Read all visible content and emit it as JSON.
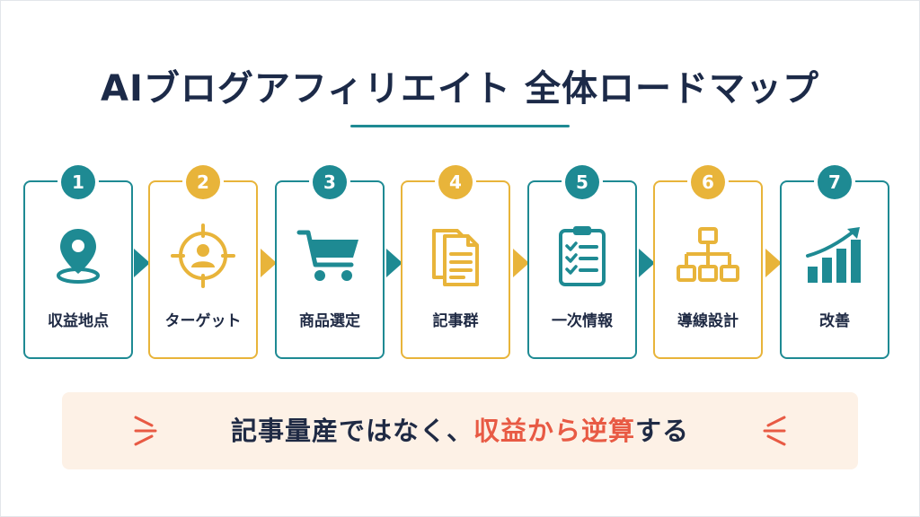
{
  "title": "AIブログアフィリエイト 全体ロードマップ",
  "colors": {
    "teal": "#1e8a93",
    "gold": "#e8b43a",
    "navy": "#1c2a48",
    "accent_red": "#e85a44",
    "banner_bg": "#fdf1e6"
  },
  "steps": [
    {
      "number": "1",
      "label": "収益地点",
      "icon": "location-pin-icon",
      "color": "teal"
    },
    {
      "number": "2",
      "label": "ターゲット",
      "icon": "target-user-icon",
      "color": "gold"
    },
    {
      "number": "3",
      "label": "商品選定",
      "icon": "shopping-cart-icon",
      "color": "teal"
    },
    {
      "number": "4",
      "label": "記事群",
      "icon": "documents-icon",
      "color": "gold"
    },
    {
      "number": "5",
      "label": "一次情報",
      "icon": "clipboard-checklist-icon",
      "color": "teal"
    },
    {
      "number": "6",
      "label": "導線設計",
      "icon": "flowchart-icon",
      "color": "gold"
    },
    {
      "number": "7",
      "label": "改善",
      "icon": "growth-chart-icon",
      "color": "teal"
    }
  ],
  "banner": {
    "text_before": "記事量産ではなく、",
    "text_accent": "収益から逆算",
    "text_after": "する"
  }
}
